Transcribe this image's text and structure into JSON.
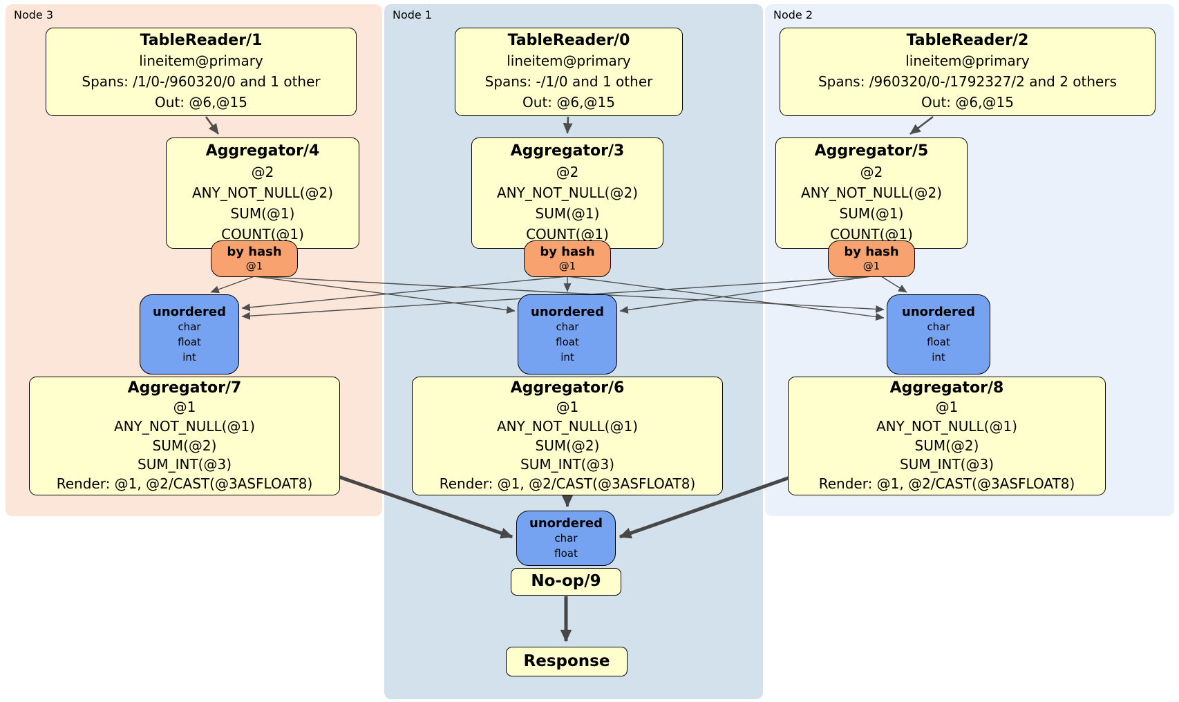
{
  "regions": {
    "node3": {
      "label": "Node 3"
    },
    "node1": {
      "label": "Node 1"
    },
    "node2": {
      "label": "Node 2"
    }
  },
  "colors": {
    "region_node3": "#fce5d9",
    "region_node1": "#d2e1eb",
    "region_node2": "#ebf1fa",
    "processor_fill": "#ffffce",
    "router_fill": "#f7a26f",
    "sync_fill": "#75a3f1",
    "edge_thin": "#4d4d4d",
    "edge_thick": "#474747"
  },
  "processors": {
    "tr1": {
      "title": "TableReader/1",
      "lines": [
        "lineitem@primary",
        "Spans: /1/0-/960320/0 and 1 other",
        "Out: @6,@15"
      ]
    },
    "tr0": {
      "title": "TableReader/0",
      "lines": [
        "lineitem@primary",
        "Spans: -/1/0 and 1 other",
        "Out: @6,@15"
      ]
    },
    "tr2": {
      "title": "TableReader/2",
      "lines": [
        "lineitem@primary",
        "Spans: /960320/0-/1792327/2 and 2 others",
        "Out: @6,@15"
      ]
    },
    "agg4": {
      "title": "Aggregator/4",
      "lines": [
        "@2",
        "ANY_NOT_NULL(@2)",
        "SUM(@1)",
        "COUNT(@1)"
      ]
    },
    "agg3": {
      "title": "Aggregator/3",
      "lines": [
        "@2",
        "ANY_NOT_NULL(@2)",
        "SUM(@1)",
        "COUNT(@1)"
      ]
    },
    "agg5": {
      "title": "Aggregator/5",
      "lines": [
        "@2",
        "ANY_NOT_NULL(@2)",
        "SUM(@1)",
        "COUNT(@1)"
      ]
    },
    "agg7": {
      "title": "Aggregator/7",
      "lines": [
        "@1",
        "ANY_NOT_NULL(@1)",
        "SUM(@2)",
        "SUM_INT(@3)",
        "Render: @1, @2/CAST(@3ASFLOAT8)"
      ]
    },
    "agg6": {
      "title": "Aggregator/6",
      "lines": [
        "@1",
        "ANY_NOT_NULL(@1)",
        "SUM(@2)",
        "SUM_INT(@3)",
        "Render: @1, @2/CAST(@3ASFLOAT8)"
      ]
    },
    "agg8": {
      "title": "Aggregator/8",
      "lines": [
        "@1",
        "ANY_NOT_NULL(@1)",
        "SUM(@2)",
        "SUM_INT(@3)",
        "Render: @1, @2/CAST(@3ASFLOAT8)"
      ]
    },
    "noop": {
      "title": "No-op/9"
    },
    "response": {
      "title": "Response"
    }
  },
  "routers": {
    "hash4": {
      "title": "by hash",
      "detail": "@1"
    },
    "hash3": {
      "title": "by hash",
      "detail": "@1"
    },
    "hash5": {
      "title": "by hash",
      "detail": "@1"
    }
  },
  "syncs": {
    "left": {
      "title": "unordered",
      "lines": [
        "char",
        "float",
        "int"
      ]
    },
    "mid": {
      "title": "unordered",
      "lines": [
        "char",
        "float",
        "int"
      ]
    },
    "right": {
      "title": "unordered",
      "lines": [
        "char",
        "float",
        "int"
      ]
    },
    "final": {
      "title": "unordered",
      "lines": [
        "char",
        "float"
      ]
    }
  }
}
